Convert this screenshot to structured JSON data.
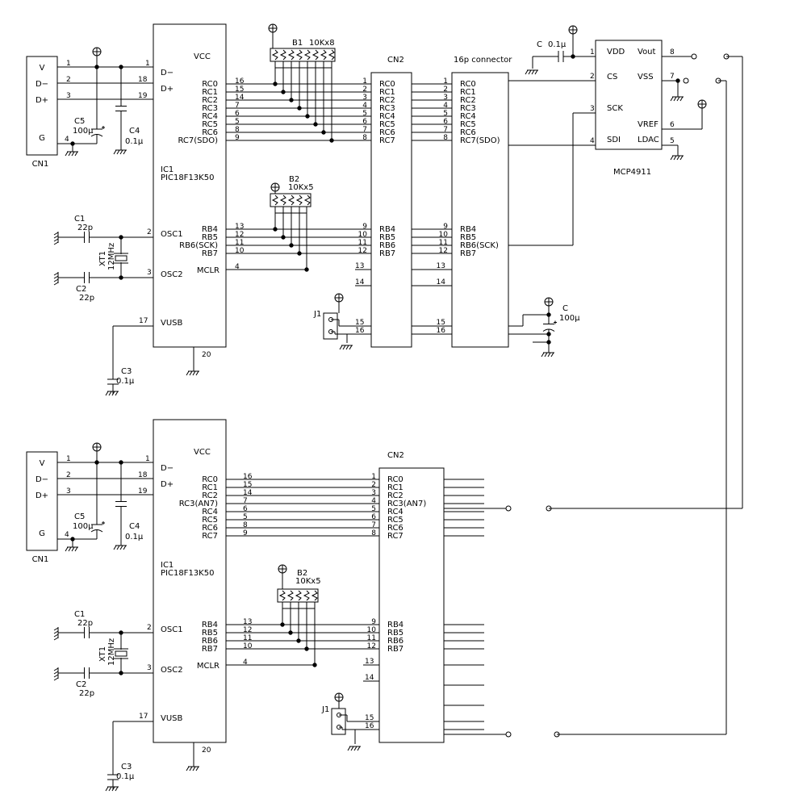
{
  "diagram": {
    "title": "",
    "vcc": "VCC",
    "top": {
      "cn1": {
        "name": "CN1",
        "pins": [
          {
            "n": "1",
            "l": "V"
          },
          {
            "n": "2",
            "l": "D−"
          },
          {
            "n": "3",
            "l": "D+"
          },
          {
            "n": "4",
            "l": "G"
          }
        ]
      },
      "c4": {
        "name": "C4",
        "value": "0.1µ"
      },
      "c5": {
        "name": "C5",
        "value": "100µ"
      },
      "ic1": {
        "name": "IC1",
        "part": "PIC18F13K50",
        "left": [
          {
            "n": "1",
            "l": "VCC"
          },
          {
            "n": "18",
            "l": "D−"
          },
          {
            "n": "19",
            "l": "D+"
          },
          {
            "n": "2",
            "l": "OSC1"
          },
          {
            "n": "3",
            "l": "OSC2"
          },
          {
            "n": "17",
            "l": "VUSB"
          }
        ],
        "rc": [
          {
            "n": "16",
            "l": "RC0"
          },
          {
            "n": "15",
            "l": "RC1"
          },
          {
            "n": "14",
            "l": "RC2"
          },
          {
            "n": "7",
            "l": "RC3"
          },
          {
            "n": "6",
            "l": "RC4"
          },
          {
            "n": "5",
            "l": "RC5"
          },
          {
            "n": "8",
            "l": "RC6"
          },
          {
            "n": "9",
            "l": "RC7(SDO)"
          }
        ],
        "rb": [
          {
            "n": "13",
            "l": "RB4"
          },
          {
            "n": "12",
            "l": "RB5"
          },
          {
            "n": "11",
            "l": "RB6(SCK)"
          },
          {
            "n": "10",
            "l": "RB7"
          }
        ],
        "mclr": {
          "n": "4",
          "l": "MCLR"
        },
        "gnd": "20"
      },
      "b1": {
        "name": "B1",
        "value": "10Kx8"
      },
      "b2": {
        "name": "B2",
        "value": "10Kx5"
      },
      "c1": {
        "name": "C1",
        "value": "22p"
      },
      "c2": {
        "name": "C2",
        "value": "22p"
      },
      "xt1": {
        "name": "XT1",
        "value": "12MHz"
      },
      "c3": {
        "name": "C3",
        "value": "0.1µ"
      },
      "j1": {
        "name": "J1"
      },
      "cn2": {
        "name": "CN2",
        "rc": [
          {
            "n": "1",
            "l": "RC0"
          },
          {
            "n": "2",
            "l": "RC1"
          },
          {
            "n": "3",
            "l": "RC2"
          },
          {
            "n": "4",
            "l": "RC3"
          },
          {
            "n": "5",
            "l": "RC4"
          },
          {
            "n": "6",
            "l": "RC5"
          },
          {
            "n": "7",
            "l": "RC6"
          },
          {
            "n": "8",
            "l": "RC7"
          }
        ],
        "rb": [
          {
            "n": "9",
            "l": "RB4"
          },
          {
            "n": "10",
            "l": "RB5"
          },
          {
            "n": "11",
            "l": "RB6"
          },
          {
            "n": "12",
            "l": "RB7"
          }
        ],
        "extra": [
          "13",
          "14",
          "15",
          "16"
        ]
      },
      "conn16": {
        "name": "16p connector",
        "rc": [
          {
            "n": "1",
            "l": "RC0"
          },
          {
            "n": "2",
            "l": "RC1"
          },
          {
            "n": "3",
            "l": "RC2"
          },
          {
            "n": "4",
            "l": "RC3"
          },
          {
            "n": "5",
            "l": "RC4"
          },
          {
            "n": "6",
            "l": "RC5"
          },
          {
            "n": "7",
            "l": "RC6"
          },
          {
            "n": "8",
            "l": "RC7(SDO)"
          }
        ],
        "rb": [
          {
            "n": "9",
            "l": "RB4"
          },
          {
            "n": "10",
            "l": "RB5"
          },
          {
            "n": "11",
            "l": "RB6(SCK)"
          },
          {
            "n": "12",
            "l": "RB7"
          }
        ],
        "extra": [
          "13",
          "14",
          "15",
          "16"
        ]
      },
      "c_dac": {
        "name": "C",
        "value": "0.1µ"
      },
      "c_100": {
        "name": "C",
        "value": "100µ"
      },
      "mcp": {
        "name": "MCP4911",
        "left": [
          {
            "n": "1",
            "l": "VDD"
          },
          {
            "n": "2",
            "l": "CS"
          },
          {
            "n": "3",
            "l": "SCK"
          },
          {
            "n": "4",
            "l": "SDI"
          }
        ],
        "right": [
          {
            "n": "8",
            "l": "Vout"
          },
          {
            "n": "7",
            "l": "VSS"
          },
          {
            "n": "6",
            "l": "VREF"
          },
          {
            "n": "5",
            "l": "LDAC"
          }
        ]
      }
    },
    "bottom": {
      "cn1": {
        "name": "CN1",
        "pins": [
          {
            "n": "1",
            "l": "V"
          },
          {
            "n": "2",
            "l": "D−"
          },
          {
            "n": "3",
            "l": "D+"
          },
          {
            "n": "4",
            "l": "G"
          }
        ]
      },
      "c4": {
        "name": "C4",
        "value": "0.1µ"
      },
      "c5": {
        "name": "C5",
        "value": "100µ"
      },
      "ic1": {
        "name": "IC1",
        "part": "PIC18F13K50",
        "left": [
          {
            "n": "1",
            "l": "VCC"
          },
          {
            "n": "18",
            "l": "D−"
          },
          {
            "n": "19",
            "l": "D+"
          },
          {
            "n": "2",
            "l": "OSC1"
          },
          {
            "n": "3",
            "l": "OSC2"
          },
          {
            "n": "17",
            "l": "VUSB"
          }
        ],
        "rc": [
          {
            "n": "16",
            "l": "RC0"
          },
          {
            "n": "15",
            "l": "RC1"
          },
          {
            "n": "14",
            "l": "RC2"
          },
          {
            "n": "7",
            "l": "RC3(AN7)"
          },
          {
            "n": "6",
            "l": "RC4"
          },
          {
            "n": "5",
            "l": "RC5"
          },
          {
            "n": "8",
            "l": "RC6"
          },
          {
            "n": "9",
            "l": "RC7"
          }
        ],
        "rb": [
          {
            "n": "13",
            "l": "RB4"
          },
          {
            "n": "12",
            "l": "RB5"
          },
          {
            "n": "11",
            "l": "RB6"
          },
          {
            "n": "10",
            "l": "RB7"
          }
        ],
        "mclr": {
          "n": "4",
          "l": "MCLR"
        },
        "gnd": "20"
      },
      "b2": {
        "name": "B2",
        "value": "10Kx5"
      },
      "c1": {
        "name": "C1",
        "value": "22p"
      },
      "c2": {
        "name": "C2",
        "value": "22p"
      },
      "xt1": {
        "name": "XT1",
        "value": "12MHz"
      },
      "c3": {
        "name": "C3",
        "value": "0.1µ"
      },
      "j1": {
        "name": "J1"
      },
      "cn2": {
        "name": "CN2",
        "rc": [
          {
            "n": "1",
            "l": "RC0"
          },
          {
            "n": "2",
            "l": "RC1"
          },
          {
            "n": "3",
            "l": "RC2"
          },
          {
            "n": "4",
            "l": "RC3(AN7)"
          },
          {
            "n": "5",
            "l": "RC4"
          },
          {
            "n": "6",
            "l": "RC5"
          },
          {
            "n": "7",
            "l": "RC6"
          },
          {
            "n": "8",
            "l": "RC7"
          }
        ],
        "rb": [
          {
            "n": "9",
            "l": "RB4"
          },
          {
            "n": "10",
            "l": "RB5"
          },
          {
            "n": "11",
            "l": "RB6"
          },
          {
            "n": "12",
            "l": "RB7"
          }
        ],
        "extra": [
          "13",
          "14",
          "15",
          "16"
        ]
      }
    }
  }
}
